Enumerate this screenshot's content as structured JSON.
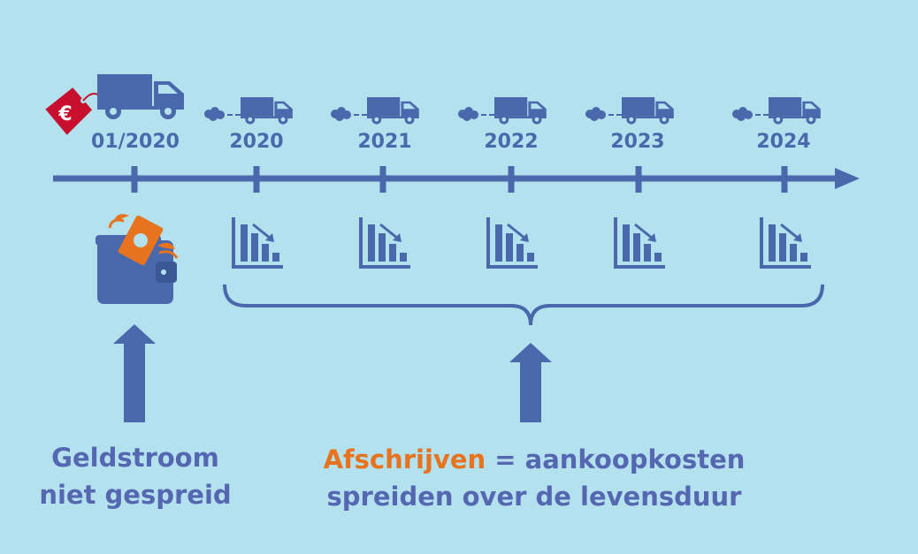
{
  "price_tag_symbol": "€",
  "timeline": {
    "purchase_label": "01/2020",
    "years": [
      "2020",
      "2021",
      "2022",
      "2023",
      "2024"
    ]
  },
  "captions": {
    "left_line1": "Geldstroom",
    "left_line2": "niet gespreid",
    "right_keyword": "Afschrijven",
    "right_rest": " = aankoopkosten",
    "right_line2": "spreiden over de levensduur"
  },
  "colors": {
    "background": "#b3e1ee",
    "primary": "#4a68ac",
    "accent": "#e8731e",
    "tag": "#c8102e"
  }
}
